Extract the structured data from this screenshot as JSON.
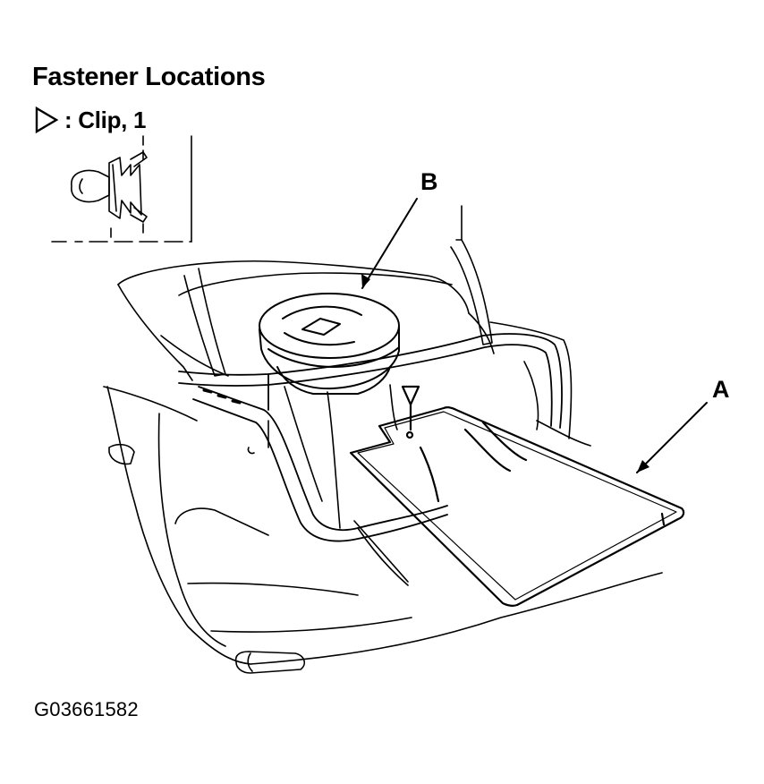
{
  "title": "Fastener Locations",
  "legend": {
    "icon": "hollow-triangle-icon",
    "text": ": Clip, 1"
  },
  "callouts": {
    "a": "A",
    "b": "B"
  },
  "figure_id": "G03661582"
}
